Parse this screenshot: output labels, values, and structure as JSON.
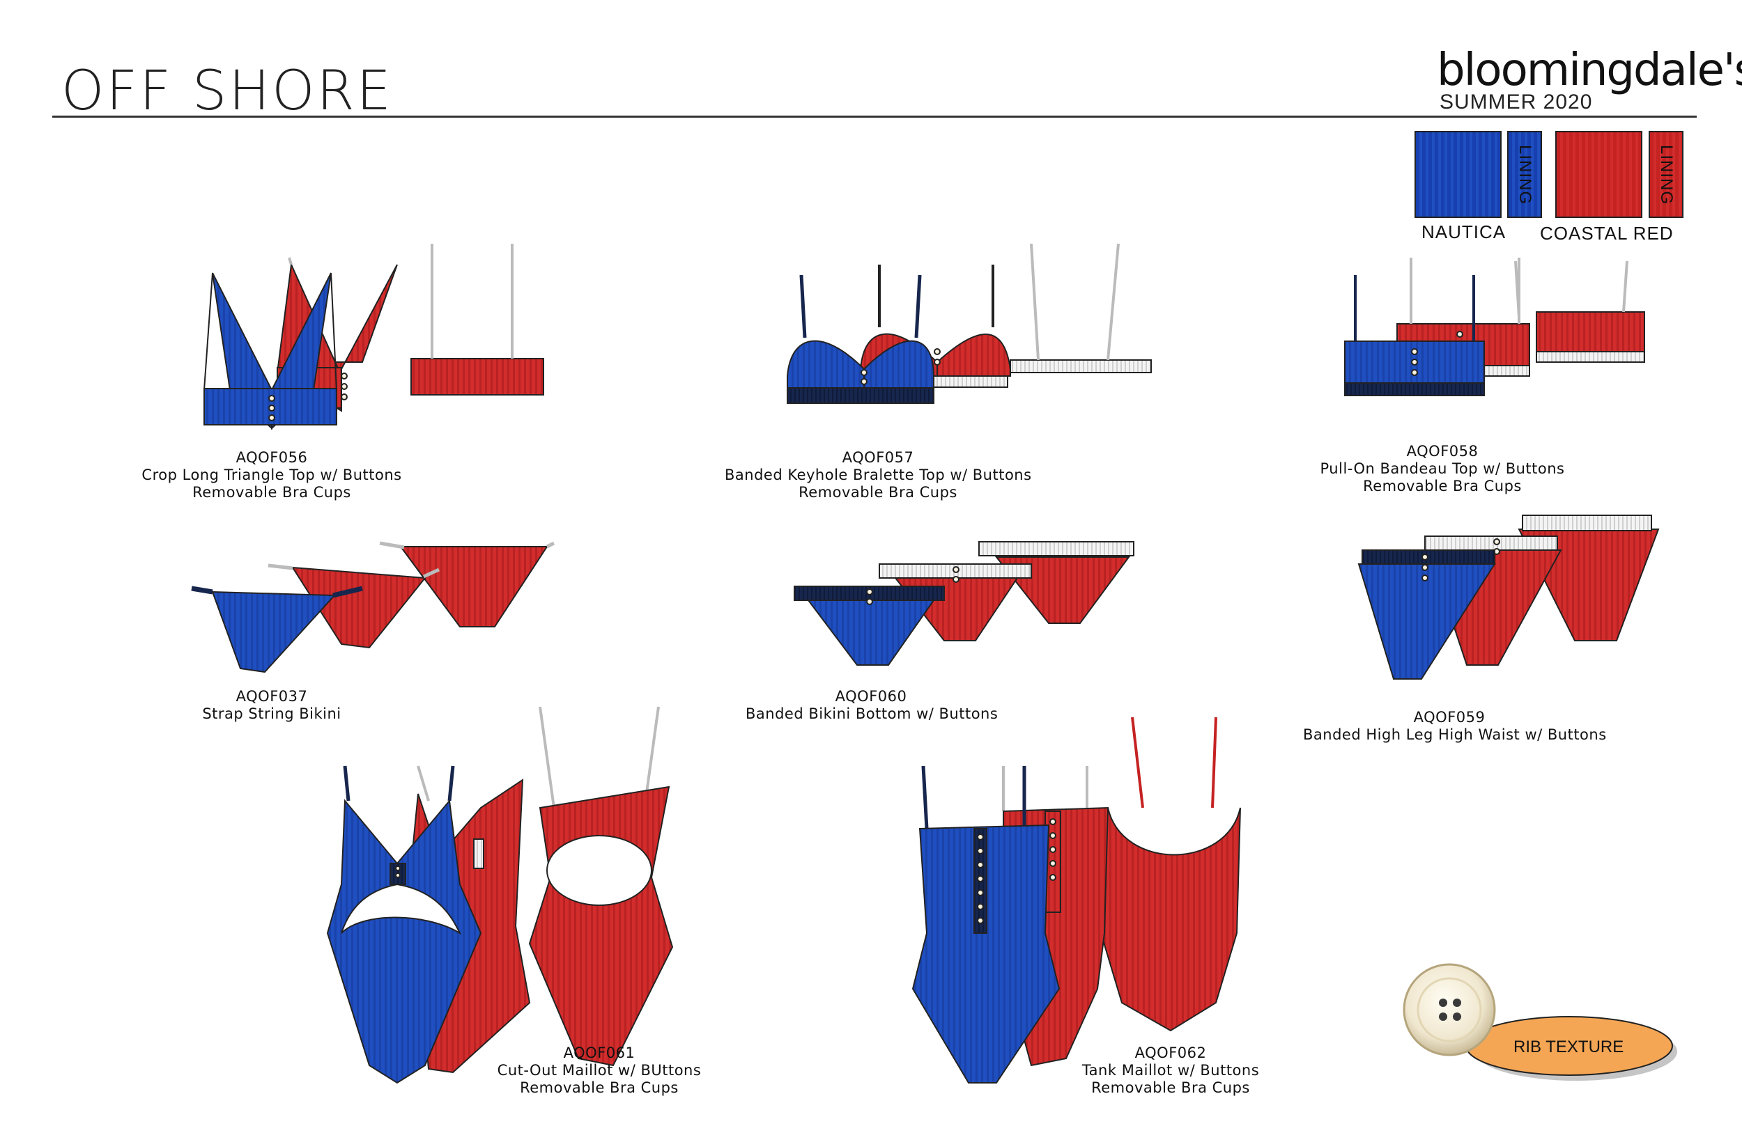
{
  "header": {
    "title": "OFF SHORE",
    "brand": "bloomingdale's",
    "season": "SUMMER 2020"
  },
  "swatches": {
    "nautica_label": "NAUTICA",
    "coastal_label": "COASTAL RED",
    "lining_label": "LINING",
    "colors": {
      "nautica": "#1f4fc0",
      "coastal_red": "#d22c2c",
      "navy_band": "#17264d"
    }
  },
  "styles": [
    {
      "code": "AQOF056",
      "lines": [
        "Crop Long Triangle Top w/ Buttons",
        "Removable Bra Cups"
      ]
    },
    {
      "code": "AQOF057",
      "lines": [
        "Banded Keyhole Bralette Top w/ Buttons",
        "Removable Bra Cups"
      ]
    },
    {
      "code": "AQOF058",
      "lines": [
        "Pull-On Bandeau Top w/ Buttons",
        "Removable Bra Cups"
      ]
    },
    {
      "code": "AQOF037",
      "lines": [
        "Strap String Bikini"
      ]
    },
    {
      "code": "AQOF060",
      "lines": [
        "Banded Bikini Bottom w/ Buttons"
      ]
    },
    {
      "code": "AQOF059",
      "lines": [
        "Banded High Leg High Waist w/ Buttons"
      ]
    },
    {
      "code": "AQOF061",
      "lines": [
        "Cut-Out Maillot w/ BUttons",
        "Removable Bra Cups"
      ]
    },
    {
      "code": "AQOF062",
      "lines": [
        "Tank Maillot w/ Buttons",
        "Removable Bra Cups"
      ]
    }
  ],
  "texture_label": "RIB TEXTURE"
}
